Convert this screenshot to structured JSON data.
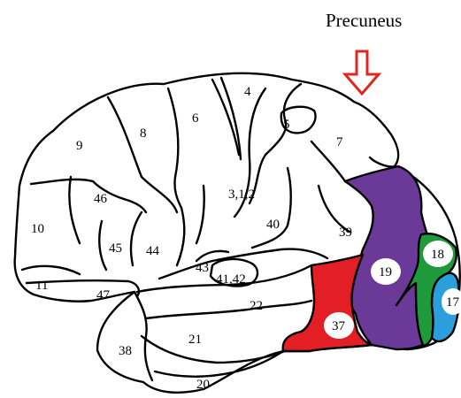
{
  "title": "Precuneus",
  "colors": {
    "outline": "#000000",
    "background": "#ffffff",
    "arrow": "#e0261f",
    "area_19_purple": "#6b3a98",
    "area_37_red": "#e31e24",
    "area_18_green": "#1f9a3b",
    "area_17_blue": "#2a9fdc",
    "label_badge": "#ffffff"
  },
  "arrow_icon": "down-arrow-icon",
  "areas": {
    "a4": "4",
    "a6": "6",
    "a5": "5",
    "a7": "7",
    "a8": "8",
    "a9": "9",
    "a46": "46",
    "a10": "10",
    "a45": "45",
    "a44": "44",
    "a11": "11",
    "a47": "47",
    "a312": "3,1,2",
    "a40": "40",
    "a39": "39",
    "a43": "43",
    "a4142": "41,42",
    "a22": "22",
    "a21": "21",
    "a38": "38",
    "a20": "20",
    "a19": "19",
    "a18": "18",
    "a17": "17",
    "a37": "37"
  }
}
